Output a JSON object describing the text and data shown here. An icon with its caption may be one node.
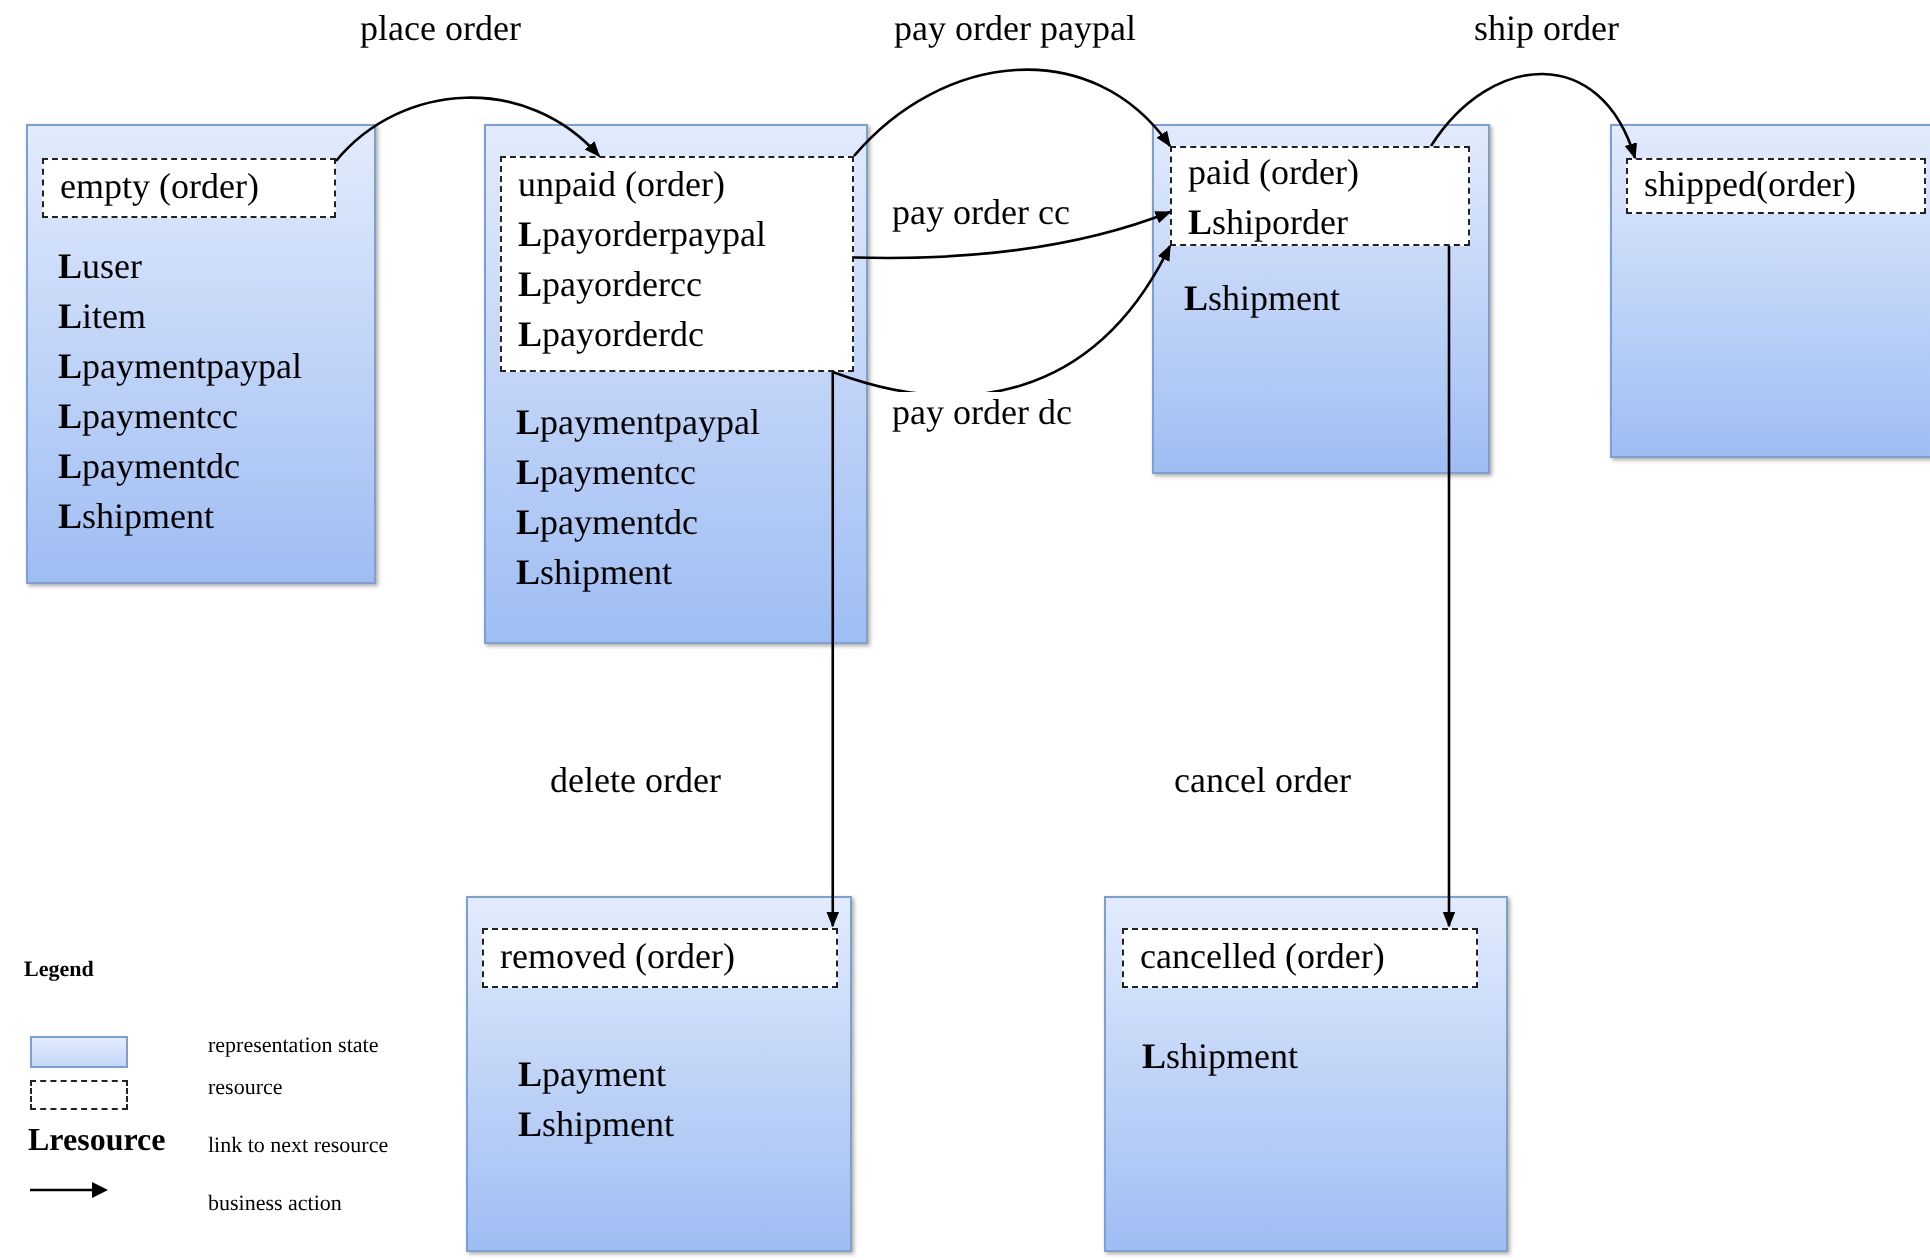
{
  "diagram": {
    "nodes": [
      {
        "text": [
          "**L**user",
          "**L**item",
          "**L**paymentpaypal",
          "**L**paymentcc",
          "**L**paymentdc",
          "**L**shipment"
        ]
      },
      {
        "text": [
          "empty (order)"
        ],
        "in": 0
      },
      {
        "text": [
          "**L**paymentpaypal",
          "**L**paymentcc",
          "**L**paymentdc",
          "**L**shipment"
        ]
      },
      {
        "text": [
          "unpaid (order)",
          "**L**payorderpaypal",
          "**L**payordercc",
          "**L**payorderdc"
        ],
        "in": 2
      },
      {
        "text": [
          "**L**shipment"
        ]
      },
      {
        "text": [
          "paid (order)",
          "**L**shiporder"
        ],
        "in": 4
      },
      {
        "text": [],
        "shape": "box"
      },
      {
        "text": [
          "shipped(order)"
        ],
        "in": 6
      },
      {
        "text": [
          "**L**payment",
          "**L**shipment"
        ]
      },
      {
        "text": [
          "removed (order)"
        ],
        "in": 8
      },
      {
        "text": [
          "**L**shipment"
        ]
      },
      {
        "text": [
          "cancelled (order)"
        ],
        "in": 10
      }
    ],
    "edges": [
      {
        "from": 1,
        "to": 3,
        "arrow": "to",
        "label": "place order"
      },
      {
        "from": 3,
        "to": 5,
        "arrow": "to",
        "label": "pay order paypal"
      },
      {
        "from": 3,
        "to": 5,
        "arrow": "to",
        "label": "pay order cc"
      },
      {
        "from": 3,
        "to": 5,
        "arrow": "to",
        "label": "pay order dc"
      },
      {
        "from": 5,
        "to": 7,
        "arrow": "to",
        "label": "ship order"
      },
      {
        "from": 3,
        "to": 9,
        "arrow": "to",
        "label": "delete order"
      },
      {
        "from": 5,
        "to": 11,
        "arrow": "to",
        "label": "cancel order"
      }
    ],
    "labels": [
      "Legend",
      "Lresource"
    ],
    "legend": [
      {
        "text": "representation state",
        "color": "#c3d6f8"
      },
      {
        "text": "resource"
      },
      {
        "text": "link to next resource"
      },
      {
        "text": "business action"
      }
    ]
  }
}
